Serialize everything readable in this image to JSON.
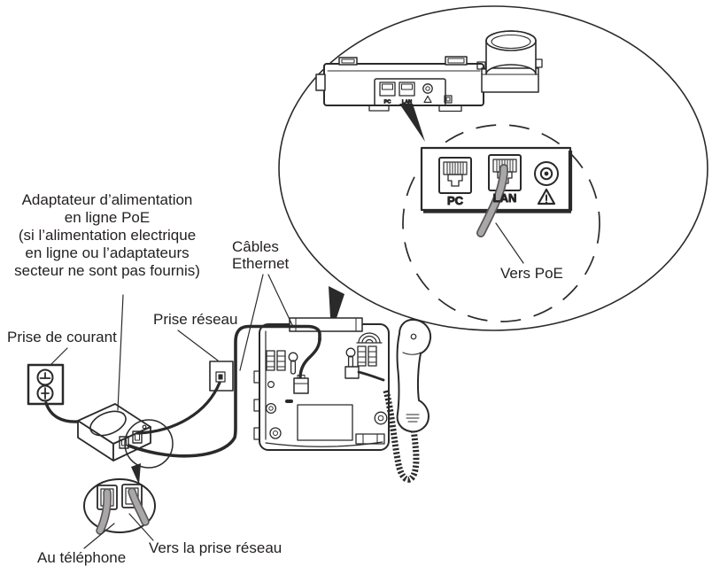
{
  "labels": {
    "adapter_note": "Adaptateur d’alimentation\nen ligne PoE\n(si l’alimentation electrique\nen ligne ou l’adaptateurs\nsecteur ne sont pas fournis)",
    "power_outlet": "Prise de courant",
    "network_jack": "Prise réseau",
    "ethernet_cables": "Câbles\nEthernet",
    "to_poe": "Vers PoE",
    "to_phone": "Au téléphone",
    "to_network_jack": "Vers la prise réseau",
    "pc_port": "PC",
    "lan_port": "LAN"
  },
  "colors": {
    "line": "#2b2a2a",
    "text": "#231f20",
    "cable_gray": "#a9a7a8",
    "cable_edge": "#595758",
    "background": "#ffffff"
  }
}
